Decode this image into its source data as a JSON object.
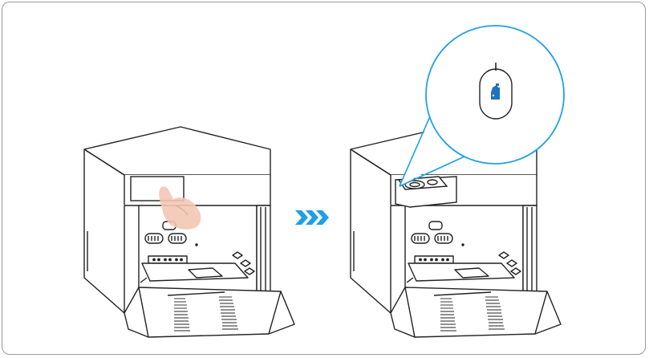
{
  "figure": {
    "step_arrow": {
      "glyph": "❯❯❯",
      "color": "#1da1e6"
    },
    "callout": {
      "accent_color": "#1da1e6",
      "icon": "detergent-bottle-icon",
      "icon_color": "#1e73be"
    },
    "hand_color": "#f3c6b4",
    "panels": [
      {
        "name": "before",
        "state": "panel-closed",
        "gesture": "press"
      },
      {
        "name": "after",
        "state": "panel-open",
        "gesture": "none"
      }
    ]
  }
}
